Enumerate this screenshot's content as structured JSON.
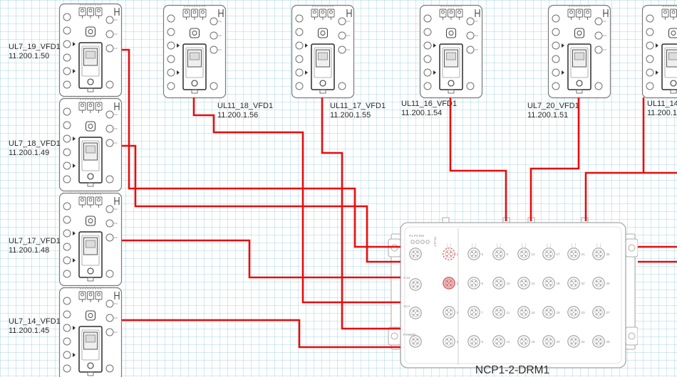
{
  "diagram": {
    "devices": [
      {
        "name": "UL7_19_VFD1",
        "ip": "11.200.1.50"
      },
      {
        "name": "UL7_18_VFD1",
        "ip": "11.200.1.49"
      },
      {
        "name": "UL7_17_VFD1",
        "ip": "11.200.1.48"
      },
      {
        "name": "UL7_14_VFD1",
        "ip": "11.200.1.45"
      },
      {
        "name": "UL11_18_VFD1",
        "ip": "11.200.1.56"
      },
      {
        "name": "UL11_17_VFD1",
        "ip": "11.200.1.55"
      },
      {
        "name": "UL11_16_VFD1",
        "ip": "11.200.1.54"
      },
      {
        "name": "UL7_20_VFD1",
        "ip": "11.200.1.51"
      },
      {
        "name": "UL11_14",
        "ip": "11.200.1."
      }
    ],
    "drm": {
      "label": "NCP1-2-DRM1",
      "led_labels": "P1 P2 RM",
      "fault_label": "FAULT",
      "special_ports": [
        "V-24",
        "ACA",
        "POWER"
      ],
      "port_numbers": [
        "1",
        "2",
        "3",
        "4",
        "5",
        "6",
        "7",
        "8",
        "9",
        "10",
        "11",
        "12",
        "13",
        "14",
        "15",
        "16",
        "17",
        "18",
        "19",
        "20",
        "21",
        "22",
        "23",
        "24",
        "25",
        "26",
        "27",
        "28"
      ],
      "highlighted_ports": {
        "dashed": "1",
        "filled": "2"
      }
    },
    "colors": {
      "cable": "#e80c0c",
      "grid": "#cfe9f0",
      "port_highlight": "#d94545"
    }
  }
}
